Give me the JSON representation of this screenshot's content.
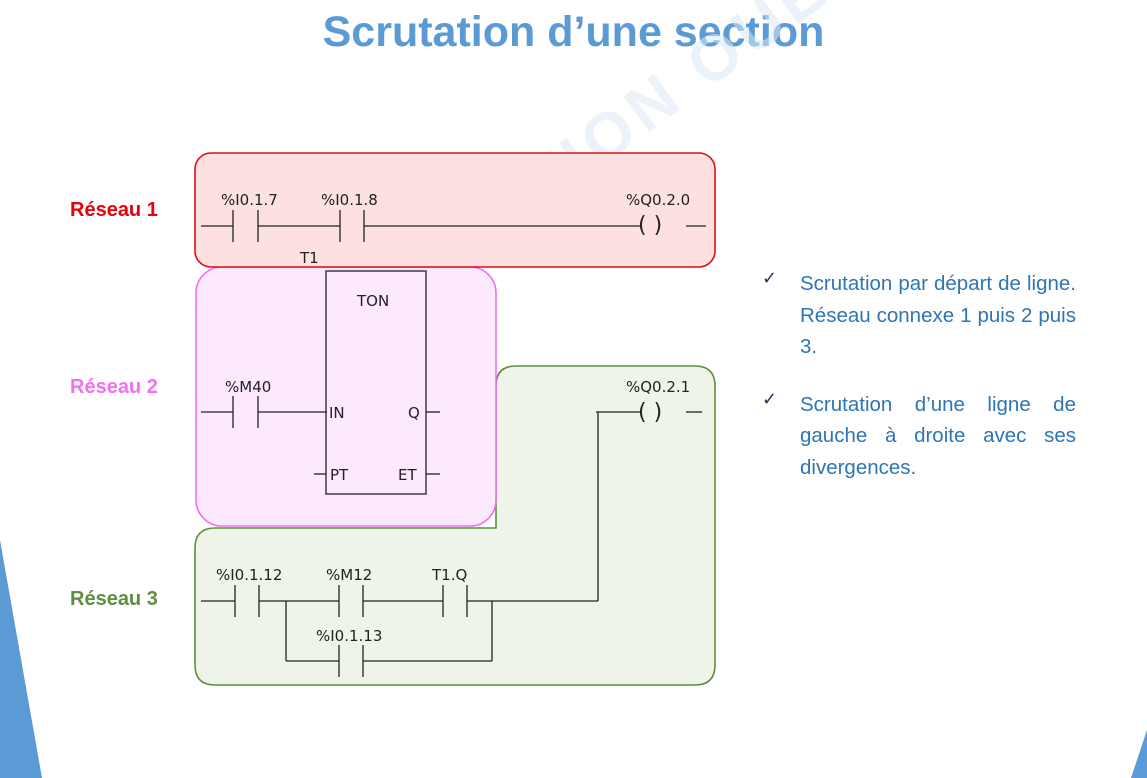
{
  "title": "Scrutation d’une section",
  "reseaux": [
    {
      "label": "Réseau 1",
      "color": "#e8000b"
    },
    {
      "label": "Réseau 2",
      "color": "#f46ff3"
    },
    {
      "label": "Réseau 3",
      "color": "#5e8e3e"
    }
  ],
  "network_fills": {
    "reseau1": {
      "fill": "#fde1e1",
      "stroke": "#d9101a"
    },
    "reseau2": {
      "fill": "#fde9fd",
      "stroke": "#f06ff0"
    },
    "reseau3": {
      "fill": "#eef4e8",
      "stroke": "#5e8e3e"
    }
  },
  "ladder": {
    "r1_contact1": "%I0.1.7",
    "r1_contact2": "%I0.1.8",
    "r1_coil": "%Q0.2.0",
    "timer_name": "T1",
    "timer_type": "TON",
    "r2_contact": "%M40",
    "pin_in": "IN",
    "pin_q": "Q",
    "pin_pt": "PT",
    "pin_et": "ET",
    "r2_coil": "%Q0.2.1",
    "r3_contact1": "%I0.1.12",
    "r3_contact2": "%M12",
    "r3_contact3": "T1.Q",
    "r3_contact4": "%I0.1.13",
    "coil_symbol": "(   )"
  },
  "bullets": [
    {
      "mark": "✓",
      "text": "Scrutation par départ de ligne. Réseau connexe 1 puis 2 puis 3."
    },
    {
      "mark": "✓",
      "text": "Scrutation d’une ligne de gauche à droite avec ses divergences."
    }
  ],
  "watermark": "AEI FORMATION OUEST",
  "accent_color": "#5b9bd5"
}
